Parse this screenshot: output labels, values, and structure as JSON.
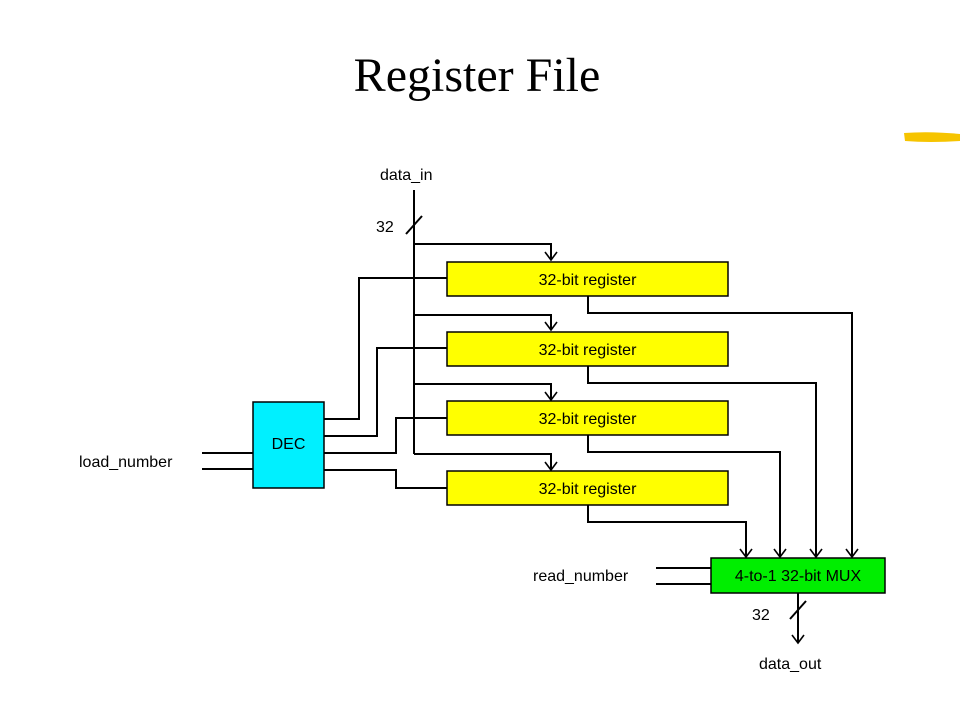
{
  "title": "Register File",
  "signals": {
    "data_in": "data_in",
    "bus_width_in": "32",
    "load_number": "load_number",
    "read_number": "read_number",
    "bus_width_out": "32",
    "data_out": "data_out"
  },
  "decoder": {
    "label": "DEC",
    "color": "#00f0ff"
  },
  "registers": [
    {
      "label": "32-bit register"
    },
    {
      "label": "32-bit register"
    },
    {
      "label": "32-bit register"
    },
    {
      "label": "32-bit register"
    }
  ],
  "register_color": "#ffff00",
  "mux": {
    "label": "4-to-1 32-bit MUX",
    "color": "#00ee00"
  },
  "corner_mark_color": "#f6c400"
}
